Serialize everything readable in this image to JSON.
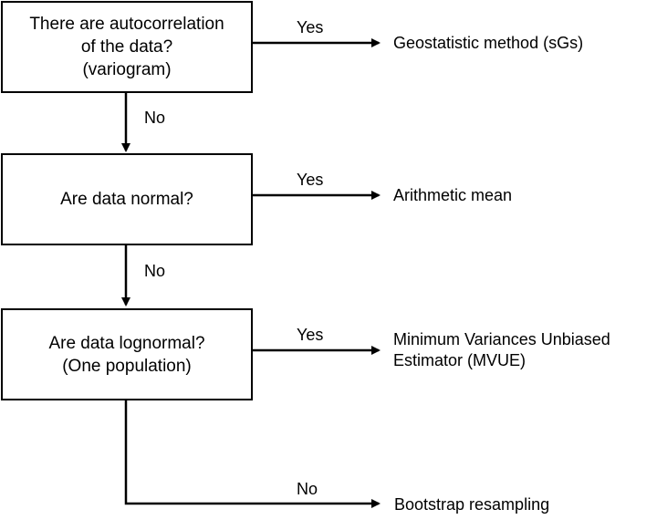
{
  "decisions": [
    {
      "line1": "There are autocorrelation",
      "line2": "of the data?",
      "line3": "(variogram)"
    },
    {
      "line1": "Are data normal?"
    },
    {
      "line1": "Are data lognormal?",
      "line2": "(One population)"
    }
  ],
  "labels": {
    "yes": "Yes",
    "no": "No"
  },
  "outcomes": {
    "geostatistic": "Geostatistic method (sGs)",
    "arithmetic": "Arithmetic mean",
    "mvue_line1": "Minimum Variances Unbiased",
    "mvue_line2": "Estimator (MVUE)",
    "bootstrap": "Bootstrap resampling"
  }
}
